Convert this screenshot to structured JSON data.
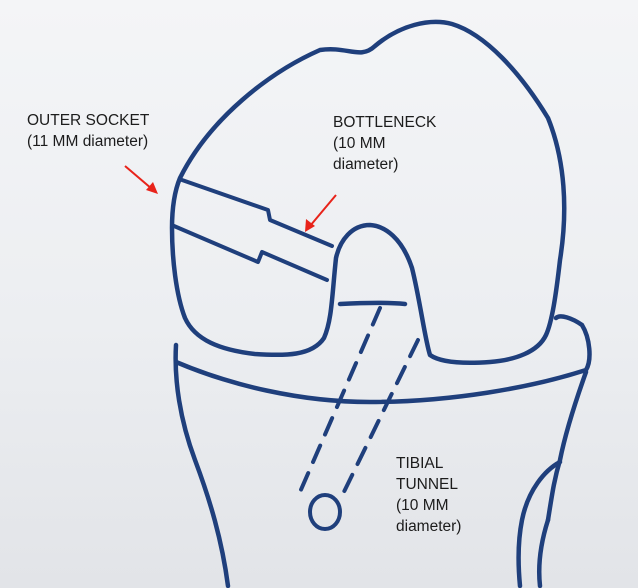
{
  "labels": {
    "outer_socket": {
      "line1": "OUTER SOCKET",
      "line2": "(11 MM diameter)"
    },
    "bottleneck": {
      "line1": "BOTTLENECK",
      "line2": "(10 MM",
      "line3": "diameter)"
    },
    "tibial_tunnel": {
      "line1": "TIBIAL",
      "line2": "TUNNEL",
      "line3": "(10 MM",
      "line4": "diameter)"
    }
  },
  "colors": {
    "ink": "#1f3f7c",
    "arrow": "#e8231a",
    "text": "#1c1c1c",
    "paper": "#eef0f3"
  }
}
